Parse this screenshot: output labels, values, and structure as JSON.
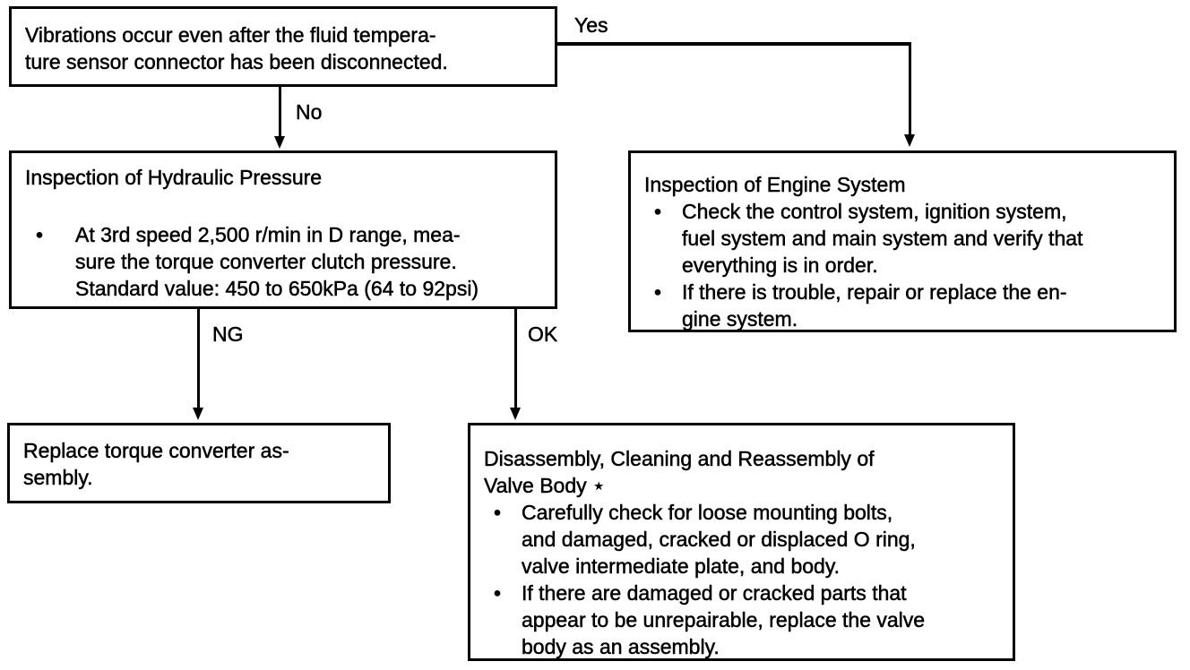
{
  "bullet_marker": "•",
  "colors": {
    "ink": "#000000",
    "paper": "#ffffff"
  },
  "nodes": {
    "vibration": {
      "text": "Vibrations occur even after the fluid tempera-\nture sensor connector has been disconnected."
    },
    "hydraulic": {
      "title": "Inspection of Hydraulic Pressure",
      "bullets": [
        "At 3rd speed 2,500 r/min in D range, mea-\nsure the torque converter clutch pressure.\nStandard value: 450 to 650kPa (64 to 92psi)"
      ]
    },
    "engine": {
      "title": "Inspection of Engine System",
      "bullets": [
        "Check the control system, ignition system,\nfuel system and main system and verify that\neverything is in order.",
        "If there is trouble, repair or replace the en-\ngine system."
      ]
    },
    "replace": {
      "text": "Replace torque converter as-\nsembly."
    },
    "valve": {
      "title": "Disassembly, Cleaning and Reassembly of\nValve Body ⋆",
      "bullets": [
        "Carefully check for loose mounting bolts,\nand damaged, cracked or displaced O ring,\nvalve intermediate plate, and body.",
        "If there are damaged or cracked parts that\nappear to be unrepairable, replace the valve\nbody as an assembly."
      ]
    }
  },
  "edges": [
    {
      "from": "vibration",
      "to": "engine",
      "label": "Yes"
    },
    {
      "from": "vibration",
      "to": "hydraulic",
      "label": "No"
    },
    {
      "from": "hydraulic",
      "to": "replace",
      "label": "NG"
    },
    {
      "from": "hydraulic",
      "to": "valve",
      "label": "OK"
    }
  ]
}
